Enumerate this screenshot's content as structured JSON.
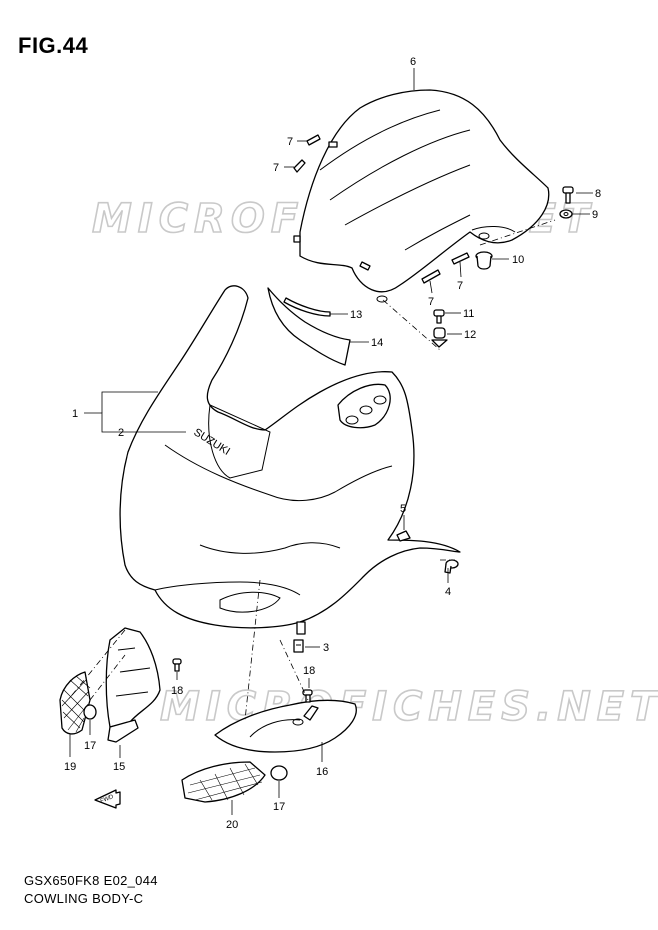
{
  "figure": {
    "title": "FIG.44"
  },
  "watermark": {
    "text": "MICROFICHES.NET"
  },
  "brand_mark": {
    "text": "SUZUKI"
  },
  "fwd_mark": {
    "text": "FWD"
  },
  "footer": {
    "model_code": "GSX650FK8 E02_044",
    "section_name": "COWLING BODY-C"
  },
  "callouts": {
    "c1": "1",
    "c2": "2",
    "c3": "3",
    "c4": "4",
    "c5": "5",
    "c6": "6",
    "c7a": "7",
    "c7b": "7",
    "c7c": "7",
    "c7d": "7",
    "c8": "8",
    "c9": "9",
    "c10": "10",
    "c11": "11",
    "c12": "12",
    "c13": "13",
    "c14": "14",
    "c15": "15",
    "c16": "16",
    "c17a": "17",
    "c17b": "17",
    "c18a": "18",
    "c18b": "18",
    "c19": "19",
    "c20": "20"
  }
}
